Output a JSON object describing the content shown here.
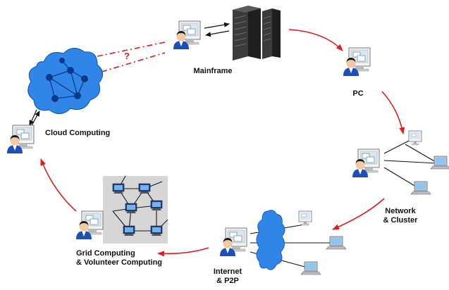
{
  "labels": {
    "mainframe": "Mainframe",
    "pc": "PC",
    "network_line1": "Network",
    "network_line2": "& Cluster",
    "internet_line1": "Internet",
    "internet_line2": "& P2P",
    "grid_line1": "Grid Computing",
    "grid_line2": "& Volunteer Computing",
    "cloud": "Cloud Computing",
    "unknown_link": "?"
  },
  "colors": {
    "arrow": "#e31b1b",
    "cloud_fill": "#2f86e8",
    "cloud_node": "#0b3a8a",
    "server": "#2a2a2a",
    "laptop_screen": "#8fc6ef",
    "grid_bg": "#d6d6d6",
    "user_shirt": "#1d4fb8"
  },
  "icons": [
    "mainframe-server-icon",
    "user-computer-icon",
    "laptop-icon",
    "internet-cloud-icon",
    "compute-cloud-icon",
    "grid-network-icon"
  ]
}
